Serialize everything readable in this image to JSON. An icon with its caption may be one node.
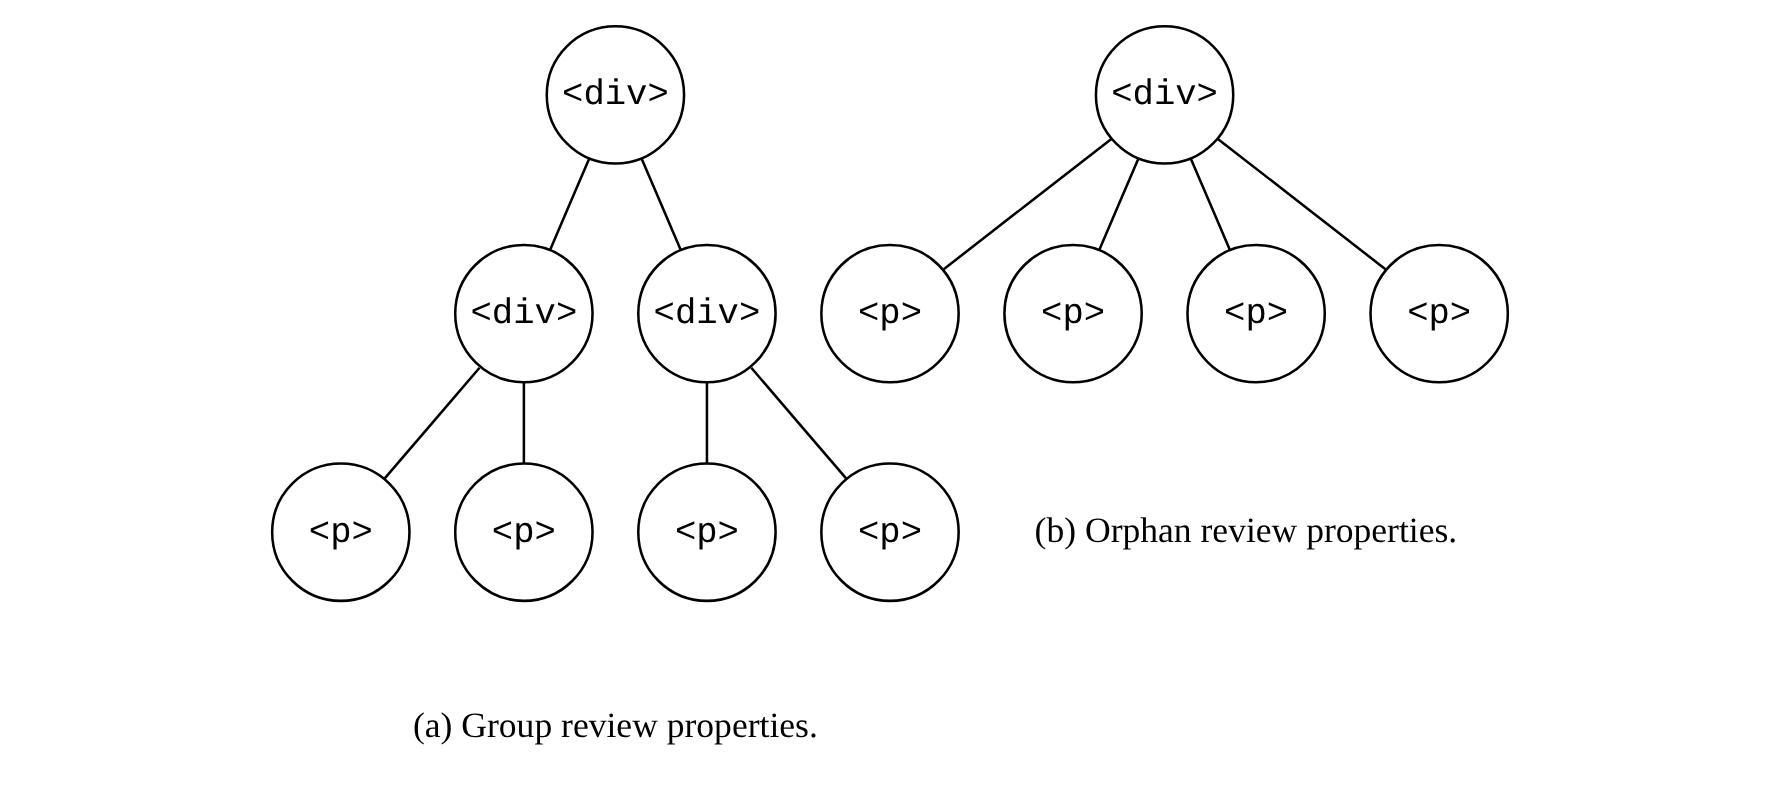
{
  "diagram": {
    "nodes": [
      {
        "text": [
          "<div>"
        ]
      },
      {
        "text": [
          "<div>"
        ]
      },
      {
        "text": [
          "<div>"
        ]
      },
      {
        "text": [
          "<p>"
        ]
      },
      {
        "text": [
          "<p>"
        ]
      },
      {
        "text": [
          "<p>"
        ]
      },
      {
        "text": [
          "<p>"
        ]
      },
      {
        "text": [
          "<div>"
        ]
      },
      {
        "text": [
          "<p>"
        ]
      },
      {
        "text": [
          "<p>"
        ]
      },
      {
        "text": [
          "<p>"
        ]
      },
      {
        "text": [
          "<p>"
        ]
      }
    ],
    "edges": [
      {
        "from": 0,
        "to": 1,
        "arrow": "none"
      },
      {
        "from": 0,
        "to": 2,
        "arrow": "none"
      },
      {
        "from": 1,
        "to": 3,
        "arrow": "none"
      },
      {
        "from": 1,
        "to": 4,
        "arrow": "none"
      },
      {
        "from": 2,
        "to": 5,
        "arrow": "none"
      },
      {
        "from": 2,
        "to": 6,
        "arrow": "none"
      },
      {
        "from": 7,
        "to": 8,
        "arrow": "none"
      },
      {
        "from": 7,
        "to": 9,
        "arrow": "none"
      },
      {
        "from": 7,
        "to": 10,
        "arrow": "none"
      },
      {
        "from": 7,
        "to": 11,
        "arrow": "none"
      }
    ],
    "labels": [
      "(a) Group review properties.",
      "(b) Orphan review properties."
    ]
  }
}
